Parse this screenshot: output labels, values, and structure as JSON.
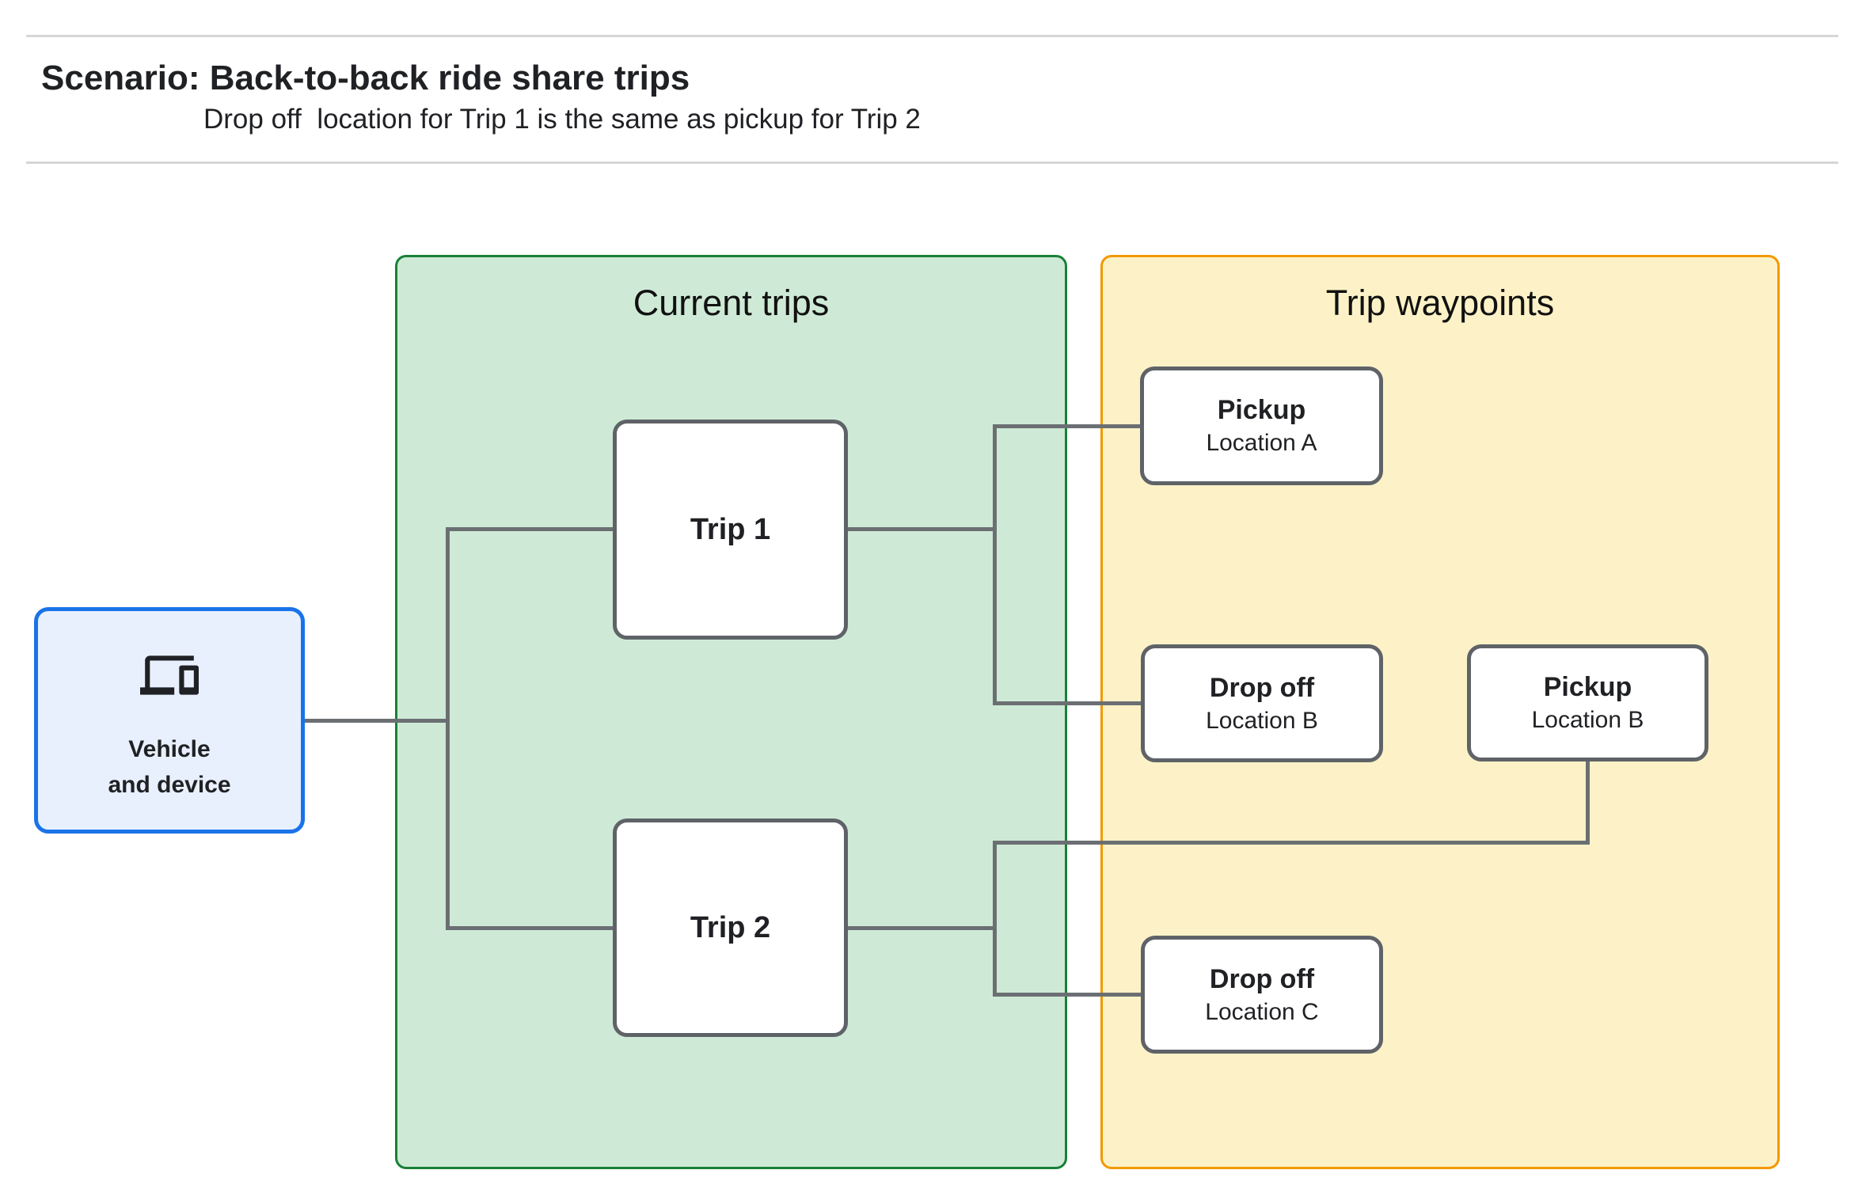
{
  "header": {
    "title": "Scenario: Back-to-back ride share trips",
    "subtitle": "Drop off  location for Trip 1 is the same as pickup for Trip 2"
  },
  "vehicle": {
    "icon": "devices-icon",
    "line1": "Vehicle",
    "line2": "and device"
  },
  "sections": {
    "current_trips": {
      "title": "Current trips"
    },
    "trip_waypoints": {
      "title": "Trip waypoints"
    }
  },
  "trips": [
    {
      "label": "Trip 1"
    },
    {
      "label": "Trip 2"
    }
  ],
  "waypoints": [
    {
      "id": "pickup-a",
      "type": "Pickup",
      "location": "Location A"
    },
    {
      "id": "dropoff-b",
      "type": "Drop off",
      "location": "Location B"
    },
    {
      "id": "pickup-b",
      "type": "Pickup",
      "location": "Location B"
    },
    {
      "id": "dropoff-c",
      "type": "Drop off",
      "location": "Location C"
    }
  ],
  "colors": {
    "page-bg": "#ffffff",
    "rule": "#d6d6d6",
    "text": "#202124",
    "blue-fill": "#e8f0fe",
    "blue-border": "#1a73e8",
    "green-fill": "#ceead6",
    "green-border": "#188038",
    "yellow-fill": "#fdf2c7",
    "yellow-border": "#f29900",
    "node-border": "#5f6368",
    "connector": "#6b6f73"
  }
}
